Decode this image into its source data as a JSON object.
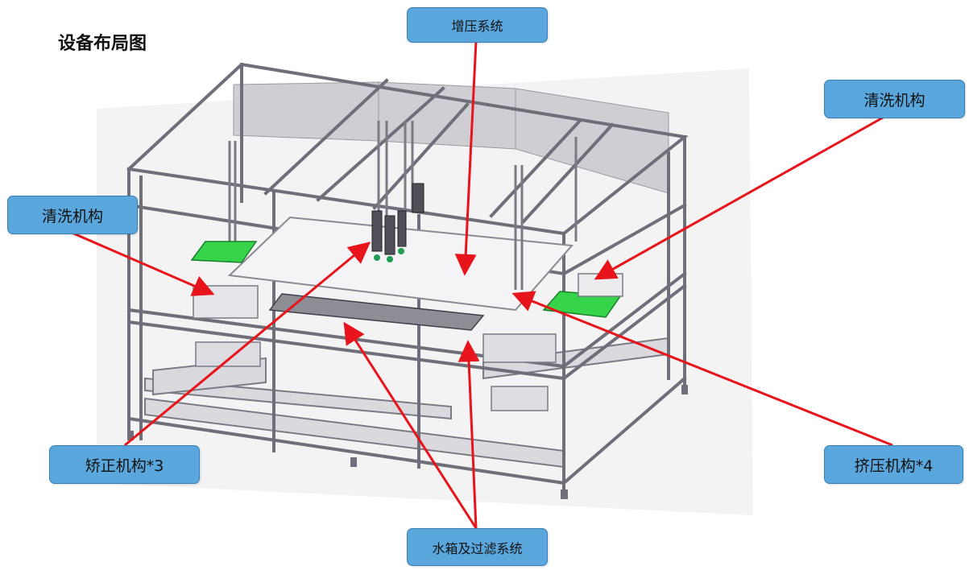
{
  "page": {
    "title": "设备布局图"
  },
  "callouts": {
    "boost": "增压系统",
    "wash_right": "清洗机构",
    "wash_left": "清洗机构",
    "align": "矫正机构*3",
    "press": "挤压机构*4",
    "tank": "水箱及过滤系统"
  },
  "colors": {
    "callout_fill": "#5aa7dd",
    "arrow": "#e8141b",
    "frame": "#6f6f7a",
    "conveyor": "#2ecc40"
  }
}
